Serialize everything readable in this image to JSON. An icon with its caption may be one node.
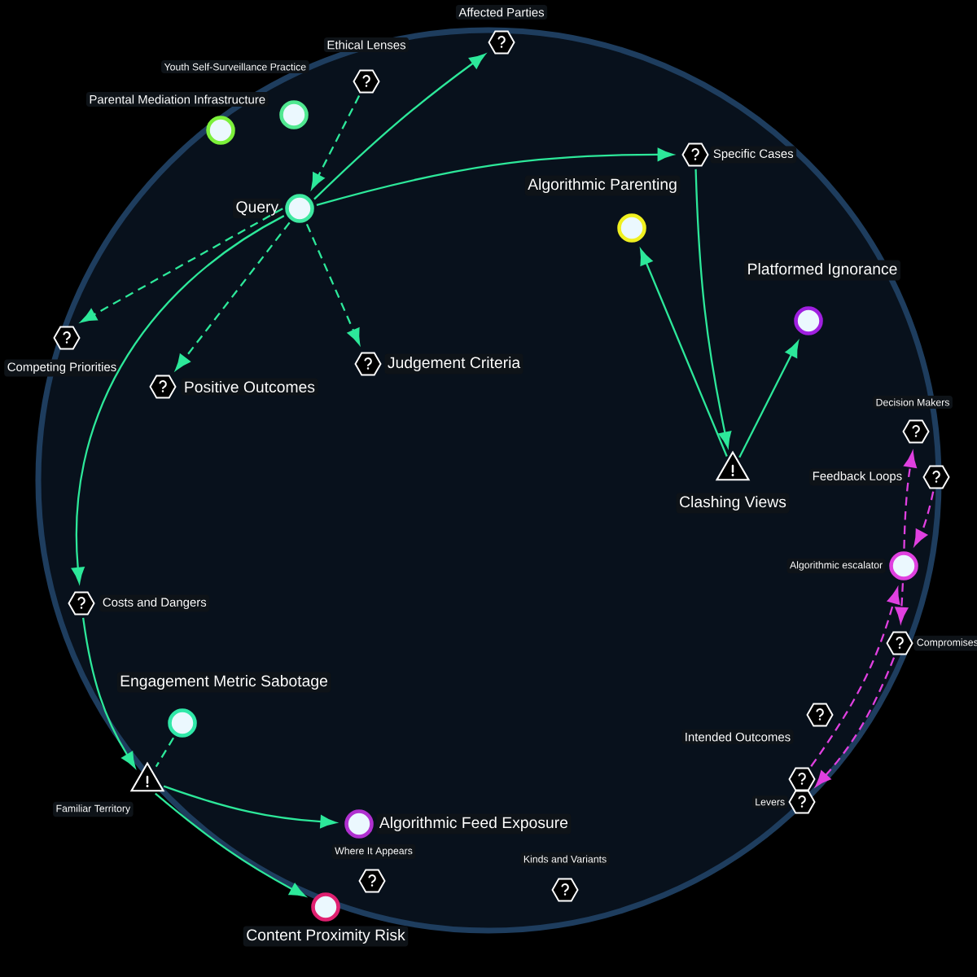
{
  "diagram": {
    "nodes": [
      {
        "text": [
          "Query"
        ]
      },
      {
        "text": [
          "Parental Mediation Infrastructure"
        ]
      },
      {
        "text": [
          "Youth Self-Surveillance Practice"
        ]
      },
      {
        "text": [
          "Ethical Lenses"
        ]
      },
      {
        "text": [
          "Affected Parties"
        ]
      },
      {
        "text": [
          "Specific Cases"
        ]
      },
      {
        "text": [
          "Algorithmic Parenting"
        ]
      },
      {
        "text": [
          "Platformed Ignorance"
        ]
      },
      {
        "text": [
          "Clashing Views"
        ]
      },
      {
        "text": [
          "Judgement Criteria"
        ]
      },
      {
        "text": [
          "Competing Priorities"
        ]
      },
      {
        "text": [
          "Positive Outcomes"
        ]
      },
      {
        "text": [
          "Costs and Dangers"
        ]
      },
      {
        "text": [
          "Engagement Metric Sabotage"
        ]
      },
      {
        "text": [
          "Familiar Territory"
        ]
      },
      {
        "text": [
          "Algorithmic Feed Exposure"
        ]
      },
      {
        "text": [
          "Where It Appears"
        ]
      },
      {
        "text": [
          "Content Proximity Risk"
        ]
      },
      {
        "text": [
          "Kinds and Variants"
        ]
      },
      {
        "text": [
          "Decision Makers"
        ]
      },
      {
        "text": [
          "Feedback Loops"
        ]
      },
      {
        "text": [
          "Algorithmic escalator"
        ]
      },
      {
        "text": [
          "Compromises"
        ]
      },
      {
        "text": [],
        "shape": "hexagon"
      },
      {
        "text": [
          "Intended Outcomes"
        ]
      },
      {
        "text": [
          "Levers"
        ]
      }
    ],
    "edges": [
      {
        "from": 3,
        "to": 0,
        "arrow": "to",
        "style": "dashed"
      },
      {
        "from": 0,
        "to": 4,
        "arrow": "to"
      },
      {
        "from": 0,
        "to": 5,
        "arrow": "to"
      },
      {
        "from": 5,
        "to": 8,
        "arrow": "to"
      },
      {
        "from": 8,
        "to": 6,
        "arrow": "to"
      },
      {
        "from": 8,
        "to": 7,
        "arrow": "to"
      },
      {
        "from": 0,
        "to": 9,
        "arrow": "to",
        "style": "dashed"
      },
      {
        "from": 0,
        "to": 10,
        "arrow": "to",
        "style": "dashed"
      },
      {
        "from": 0,
        "to": 11,
        "arrow": "to",
        "style": "dashed"
      },
      {
        "from": 0,
        "to": 12,
        "arrow": "to"
      },
      {
        "from": 12,
        "to": 14,
        "arrow": "to"
      },
      {
        "from": 13,
        "to": 14,
        "arrow": "none",
        "style": "dashed"
      },
      {
        "from": 14,
        "to": 15,
        "arrow": "to"
      },
      {
        "from": 14,
        "to": 17,
        "arrow": "to"
      },
      {
        "from": 21,
        "to": 19,
        "arrow": "to",
        "style": "dashed",
        "color": "#e040e0"
      },
      {
        "from": 20,
        "to": 21,
        "arrow": "to",
        "style": "dashed",
        "color": "#e040e0"
      },
      {
        "from": 21,
        "to": 22,
        "arrow": "to",
        "style": "dashed",
        "color": "#e040e0"
      },
      {
        "from": 24,
        "to": 21,
        "arrow": "to",
        "style": "dashed",
        "color": "#e040e0"
      },
      {
        "from": 22,
        "to": 25,
        "arrow": "to",
        "style": "dashed",
        "color": "#e040e0"
      }
    ]
  }
}
